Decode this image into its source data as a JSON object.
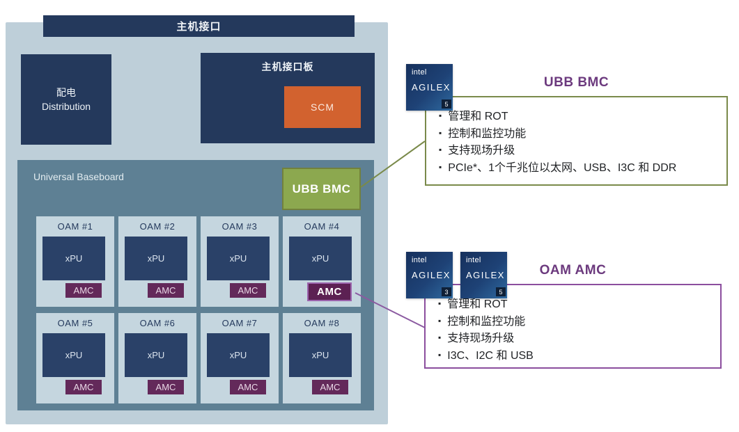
{
  "diagram": {
    "host_interface_label": "主机接口",
    "distribution_box": {
      "line1": "配电",
      "line2": "Distribution"
    },
    "host_interface_board": {
      "label": "主机接口板",
      "scm_label": "SCM"
    },
    "baseboard": {
      "label": "Universal Baseboard",
      "ubb_bmc_label": "UBB BMC",
      "oam_modules": [
        {
          "label": "OAM #1",
          "xpu": "xPU",
          "amc": "AMC"
        },
        {
          "label": "OAM #2",
          "xpu": "xPU",
          "amc": "AMC"
        },
        {
          "label": "OAM #3",
          "xpu": "xPU",
          "amc": "AMC"
        },
        {
          "label": "OAM #4",
          "xpu": "xPU",
          "amc": "AMC"
        },
        {
          "label": "OAM #5",
          "xpu": "xPU",
          "amc": "AMC"
        },
        {
          "label": "OAM #6",
          "xpu": "xPU",
          "amc": "AMC"
        },
        {
          "label": "OAM #7",
          "xpu": "xPU",
          "amc": "AMC"
        },
        {
          "label": "OAM #8",
          "xpu": "xPU",
          "amc": "AMC"
        }
      ]
    }
  },
  "callouts": {
    "ubb_bmc": {
      "title": "UBB BMC",
      "chips": [
        {
          "brand": "intel",
          "product": "AGILEX",
          "series": "5"
        }
      ],
      "bullets": [
        "管理和 ROT",
        "控制和监控功能",
        "支持现场升级",
        "PCIe*、1个千兆位以太网、USB、I3C 和 DDR"
      ]
    },
    "oam_amc": {
      "title": "OAM AMC",
      "chips": [
        {
          "brand": "intel",
          "product": "AGILEX",
          "series": "3"
        },
        {
          "brand": "intel",
          "product": "AGILEX",
          "series": "5"
        }
      ],
      "bullets": [
        "管理和 ROT",
        "控制和监控功能",
        "支持现场升级",
        "I3C、I2C 和 USB"
      ]
    }
  },
  "colors": {
    "navy": "#24395c",
    "xpu_navy": "#2a4168",
    "outer_board_bg": "#becfd9",
    "baseboard_bg": "#5e8094",
    "oam_card_bg": "#c5d6df",
    "amc_purple": "#63295a",
    "amc_highlight_border": "#9c64ad",
    "ubb_bmc_green": "#8ca84f",
    "scm_orange": "#d2622f",
    "olive_accent": "#7a8a4a",
    "purple_accent": "#8b4e9e",
    "title_purple": "#6c3a7e"
  }
}
